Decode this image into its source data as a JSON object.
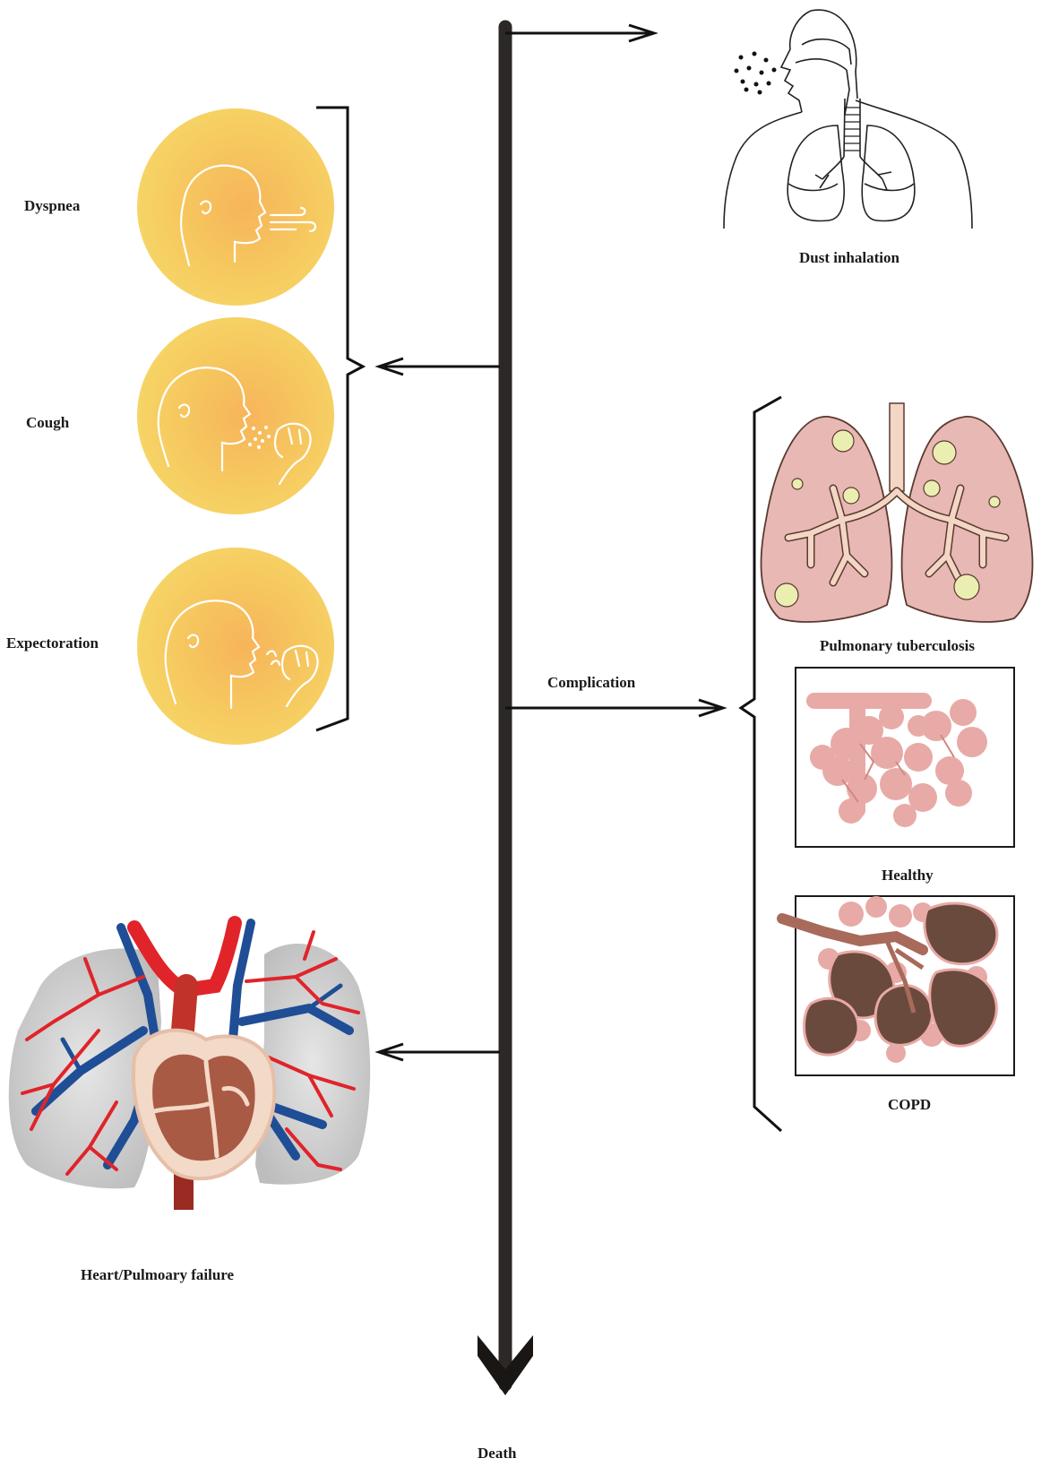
{
  "nodes": {
    "dust_inhalation": "Dust inhalation",
    "dyspnea": "Dyspnea",
    "cough": "Cough",
    "expectoration": "Expectoration",
    "complication": "Complication",
    "pulmonary_tuberculosis": "Pulmonary tuberculosis",
    "healthy": "Healthy",
    "copd": "COPD",
    "heart_pulmonary_failure": "Heart/Pulmoary failure",
    "death": "Death"
  },
  "edges": [
    {
      "from": "timeline",
      "to": "dust_inhalation"
    },
    {
      "from": "timeline",
      "to": "symptoms"
    },
    {
      "from": "timeline",
      "to": "complications",
      "label": "Complication"
    },
    {
      "from": "timeline",
      "to": "heart_pulmonary_failure"
    },
    {
      "from": "timeline",
      "to": "death"
    }
  ],
  "colors": {
    "timeline": "#2b2826",
    "symptom_circle": "#f5cf5e",
    "lung_pink": "#e8b8b4",
    "tb_nodule": "#eaeeb0",
    "alveoli_pink": "#e8aaa6",
    "copd_dark": "#6b4a3e",
    "artery_red": "#e0242a",
    "vein_blue": "#1f4e96",
    "heart_brown": "#a85a44"
  }
}
